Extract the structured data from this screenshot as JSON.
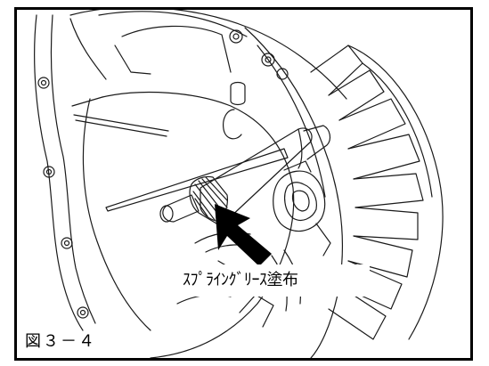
{
  "figure": {
    "callout_text": "ｽﾌﾟﾗｲﾝｸﾞﾘｰｽ塗布",
    "caption": "図３－４",
    "illustration_icon": "transmission-housing-input-shaft-drawing",
    "arrow_icon": "black-pointer-arrow"
  }
}
